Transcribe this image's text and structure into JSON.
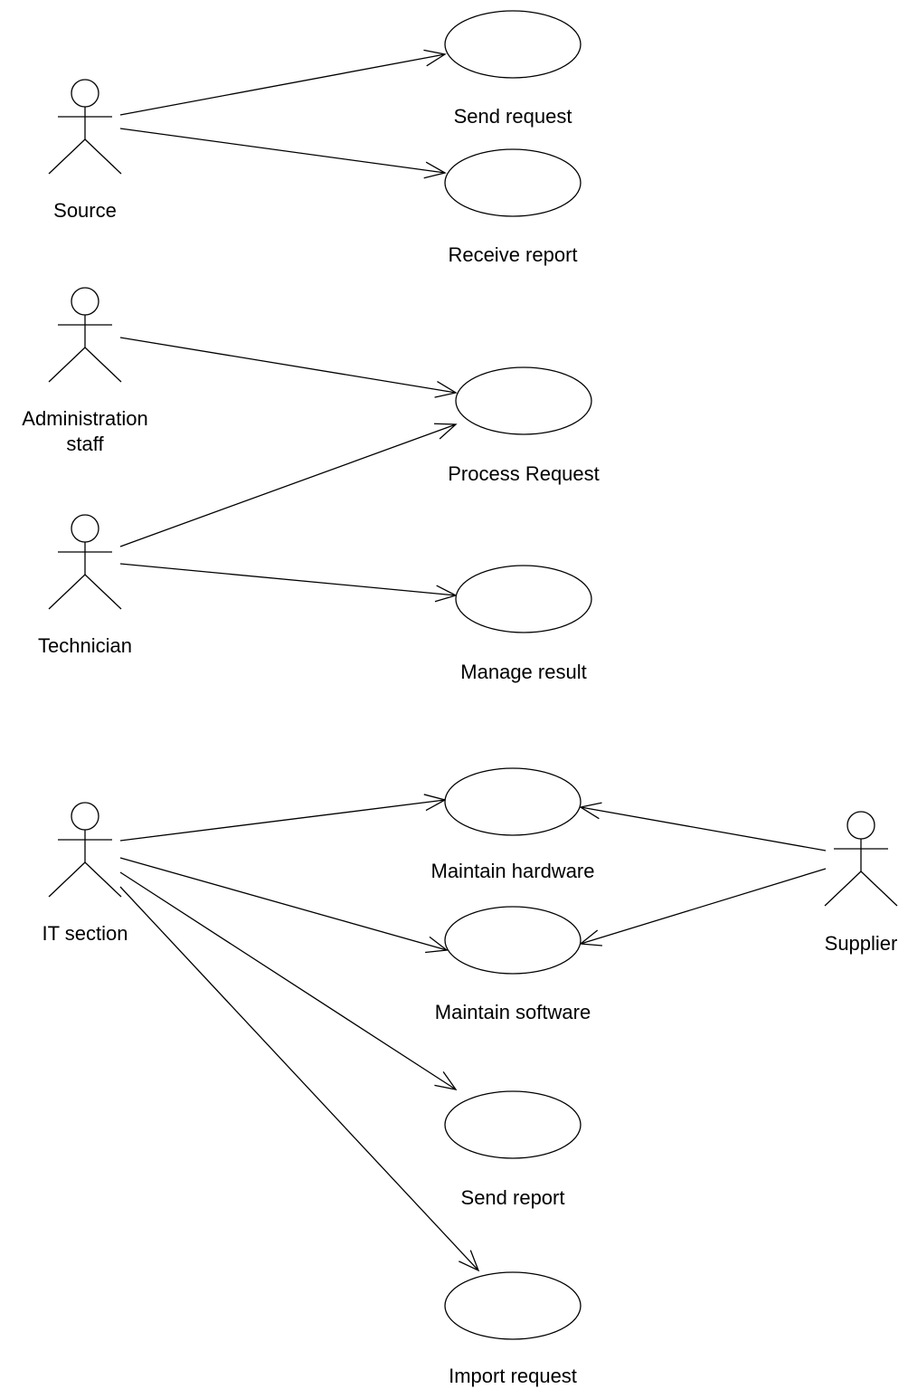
{
  "diagram": {
    "actors": [
      {
        "id": "source",
        "lines": [
          "Source"
        ]
      },
      {
        "id": "admin",
        "lines": [
          "Administration",
          "staff"
        ]
      },
      {
        "id": "technician",
        "lines": [
          "Technician"
        ]
      },
      {
        "id": "it",
        "lines": [
          "IT section"
        ]
      },
      {
        "id": "supplier",
        "lines": [
          "Supplier"
        ]
      }
    ],
    "use_cases": [
      {
        "id": "send-request",
        "label": "Send request"
      },
      {
        "id": "receive-report",
        "label": "Receive report"
      },
      {
        "id": "process-request",
        "label": "Process Request"
      },
      {
        "id": "manage-result",
        "label": "Manage result"
      },
      {
        "id": "maintain-hardware",
        "label": "Maintain hardware"
      },
      {
        "id": "maintain-software",
        "label": "Maintain software"
      },
      {
        "id": "send-report",
        "label": "Send report"
      },
      {
        "id": "import-request",
        "label": "Import request"
      }
    ],
    "associations": [
      {
        "from": "source",
        "to": "send-request"
      },
      {
        "from": "source",
        "to": "receive-report"
      },
      {
        "from": "admin",
        "to": "process-request"
      },
      {
        "from": "technician",
        "to": "process-request"
      },
      {
        "from": "technician",
        "to": "manage-result"
      },
      {
        "from": "it",
        "to": "maintain-hardware"
      },
      {
        "from": "it",
        "to": "maintain-software"
      },
      {
        "from": "it",
        "to": "send-report"
      },
      {
        "from": "it",
        "to": "import-request"
      },
      {
        "from": "supplier",
        "to": "maintain-hardware"
      },
      {
        "from": "supplier",
        "to": "maintain-software"
      }
    ]
  }
}
